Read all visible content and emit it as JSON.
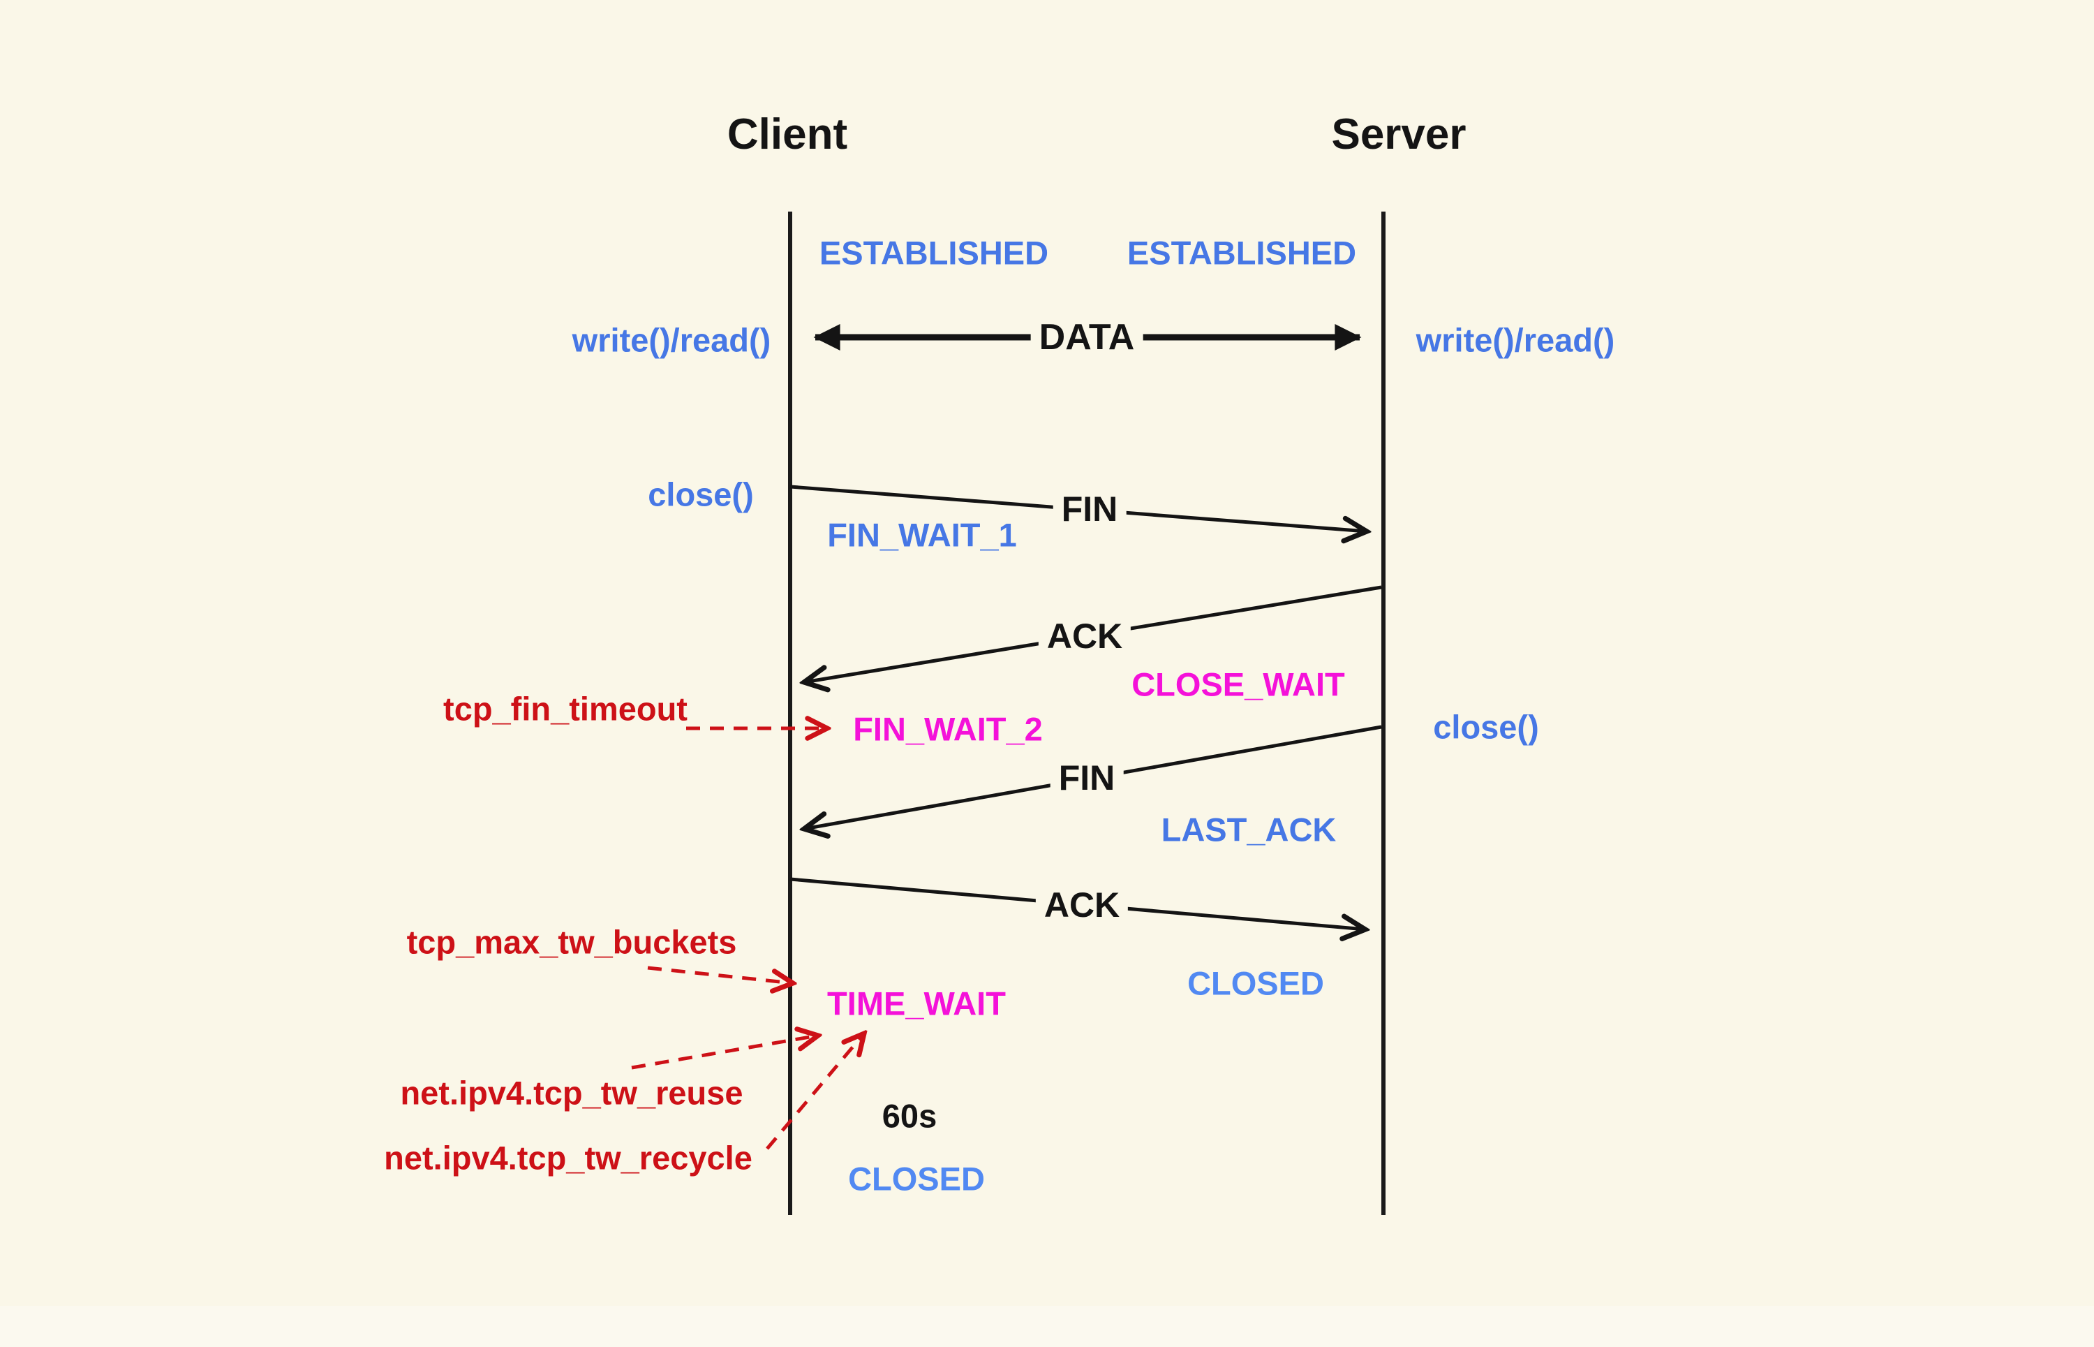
{
  "colors": {
    "background": "#faf7e8",
    "background_bottom": "#fbf9ef",
    "ink": "#141414",
    "blue": "#4677e5",
    "blue_light": "#5189f2",
    "magenta": "#f411d9",
    "red": "#cd1117"
  },
  "actors": {
    "client": "Client",
    "server": "Server"
  },
  "client": {
    "states": {
      "established": "ESTABLISHED",
      "fin_wait_1": "FIN_WAIT_1",
      "fin_wait_2": "FIN_WAIT_2",
      "time_wait": "TIME_WAIT",
      "closed": "CLOSED"
    },
    "calls": {
      "write_read": "write()/read()",
      "close": "close()"
    }
  },
  "server": {
    "states": {
      "established": "ESTABLISHED",
      "close_wait": "CLOSE_WAIT",
      "last_ack": "LAST_ACK",
      "closed": "CLOSED"
    },
    "calls": {
      "write_read": "write()/read()",
      "close": "close()"
    }
  },
  "messages": {
    "data": "DATA",
    "fin_1": "FIN",
    "ack_1": "ACK",
    "fin_2": "FIN",
    "ack_2": "ACK"
  },
  "kernel_params": {
    "tcp_fin_timeout": "tcp_fin_timeout",
    "tcp_max_tw_buckets": "tcp_max_tw_buckets",
    "tcp_tw_reuse": "net.ipv4.tcp_tw_reuse",
    "tcp_tw_recycle": "net.ipv4.tcp_tw_recycle"
  },
  "annotations": {
    "time_wait_duration": "60s"
  }
}
